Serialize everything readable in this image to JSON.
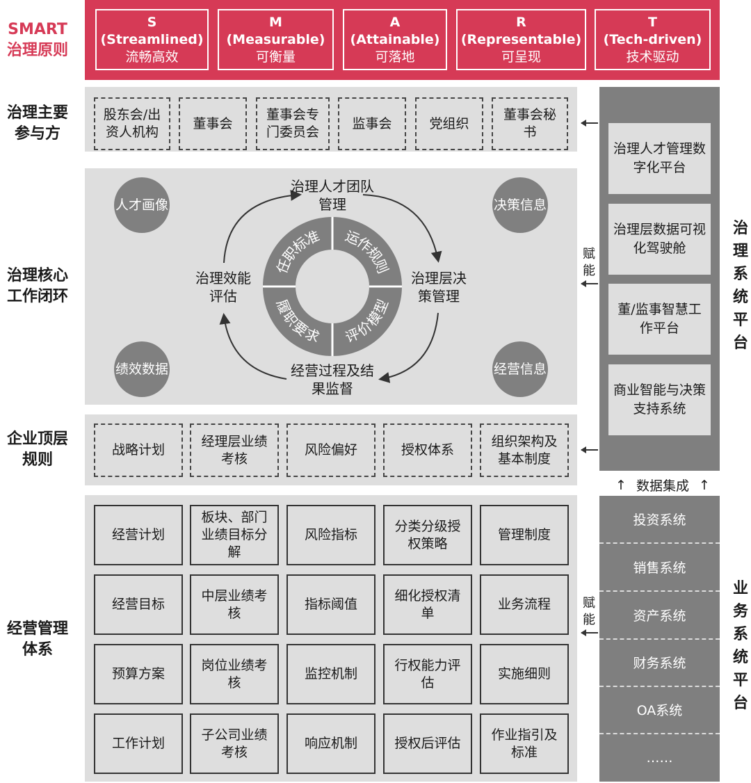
{
  "smart": {
    "title1": "SMART",
    "title2": "治理原则",
    "items": [
      {
        "letter": "S",
        "en": "(Streamlined)",
        "cn": "流畅高效"
      },
      {
        "letter": "M",
        "en": "(Measurable)",
        "cn": "可衡量"
      },
      {
        "letter": "A",
        "en": "(Attainable)",
        "cn": "可落地"
      },
      {
        "letter": "R",
        "en": "(Representable)",
        "cn": "可呈现"
      },
      {
        "letter": "T",
        "en": "(Tech-driven)",
        "cn": "技术驱动"
      }
    ]
  },
  "participants": {
    "label": "治理主要参与方",
    "items": [
      "股东会/出资人机构",
      "董事会",
      "董事会专门委员会",
      "监事会",
      "党组织",
      "董事会秘书"
    ]
  },
  "loop": {
    "label": "治理核心工作闭环",
    "nodes": {
      "top": "治理人才团队管理",
      "right": "治理层决策管理",
      "bottom": "经营过程及结果监督",
      "left": "治理效能评估"
    },
    "ring": [
      "任职标准",
      "运作规则",
      "评价模型",
      "履职要求"
    ],
    "corners": [
      "人才画像",
      "决策信息",
      "绩效数据",
      "经营信息"
    ]
  },
  "rules": {
    "label": "企业顶层规则",
    "items": [
      "战略计划",
      "经理层业绩考核",
      "风险偏好",
      "授权体系",
      "组织架构及基本制度"
    ]
  },
  "mgmt": {
    "label": "经营管理体系",
    "rows": [
      [
        "经营计划",
        "板块、部门业绩目标分解",
        "风险指标",
        "分类分级授权策略",
        "管理制度"
      ],
      [
        "经营目标",
        "中层业绩考核",
        "指标阈值",
        "细化授权清单",
        "业务流程"
      ],
      [
        "预算方案",
        "岗位业绩考核",
        "监控机制",
        "行权能力评估",
        "实施细则"
      ],
      [
        "工作计划",
        "子公司业绩考核",
        "响应机制",
        "授权后评估",
        "作业指引及标准"
      ]
    ]
  },
  "gov_platform": {
    "label": "治理系统平台",
    "items": [
      "治理人才管理数字化平台",
      "治理层数据可视化驾驶舱",
      "董/监事智慧工作平台",
      "商业智能与决策支持系统"
    ]
  },
  "enable": "赋能",
  "data_integration": "数据集成",
  "biz_platform": {
    "label": "业务系统平台",
    "items": [
      "投资系统",
      "销售系统",
      "资产系统",
      "财务系统",
      "OA系统",
      "……"
    ]
  },
  "colors": {
    "red": "#d63a56",
    "dark": "#7f7f7f",
    "panel": "#dedede"
  }
}
